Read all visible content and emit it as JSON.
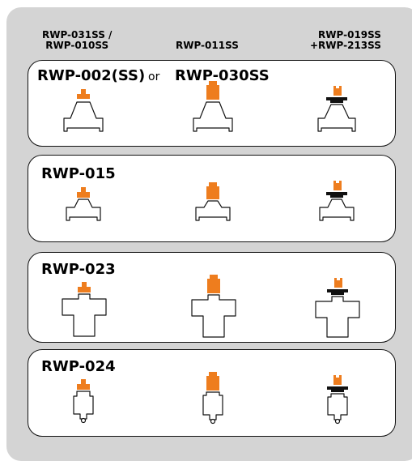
{
  "columns": {
    "col1": {
      "line1": "RWP-031SS /",
      "line2": "RWP-010SS"
    },
    "col2": {
      "line1": "RWP-011SS"
    },
    "col3": {
      "line1": "RWP-019SS",
      "line2": "+RWP-213SS"
    }
  },
  "groups": [
    {
      "title": "RWP-002(SS)",
      "separator": "or",
      "title_alt": "RWP-030SS"
    },
    {
      "title": "RWP-015"
    },
    {
      "title": "RWP-023"
    },
    {
      "title": "RWP-024"
    }
  ],
  "colors": {
    "accent": "#ee7d1e",
    "outline": "#111111",
    "panel": "#d4d4d4"
  }
}
